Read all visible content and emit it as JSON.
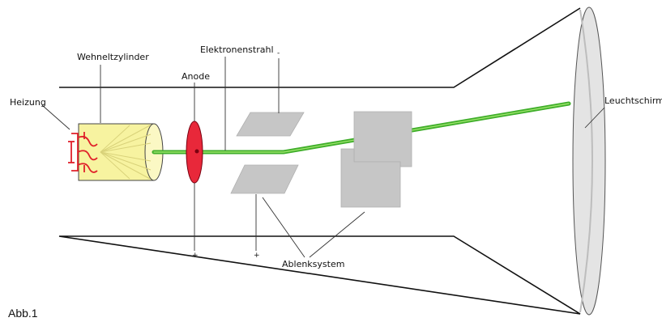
{
  "labels": {
    "heizung": "Heizung",
    "wehneltzylinder": "Wehneltzylinder",
    "anode": "Anode",
    "elektronenstrahl": "Elektronenstrahl",
    "ablenksystem": "Ablenksystem",
    "leuchtschirm": "Leuchtschirm",
    "figure_caption": "Abb.1"
  },
  "polarity": {
    "top_plate": "-",
    "anode": "+",
    "bottom_plate": "+"
  },
  "colors": {
    "beam": "#3fae2a",
    "beam_core": "#9be36b",
    "anode": "#e8283a",
    "heater": "#e0202a",
    "cylinder": "#f7f3a0",
    "plates": "#c6c6c6",
    "screen": "#e4e4e4",
    "outline": "#111111"
  }
}
